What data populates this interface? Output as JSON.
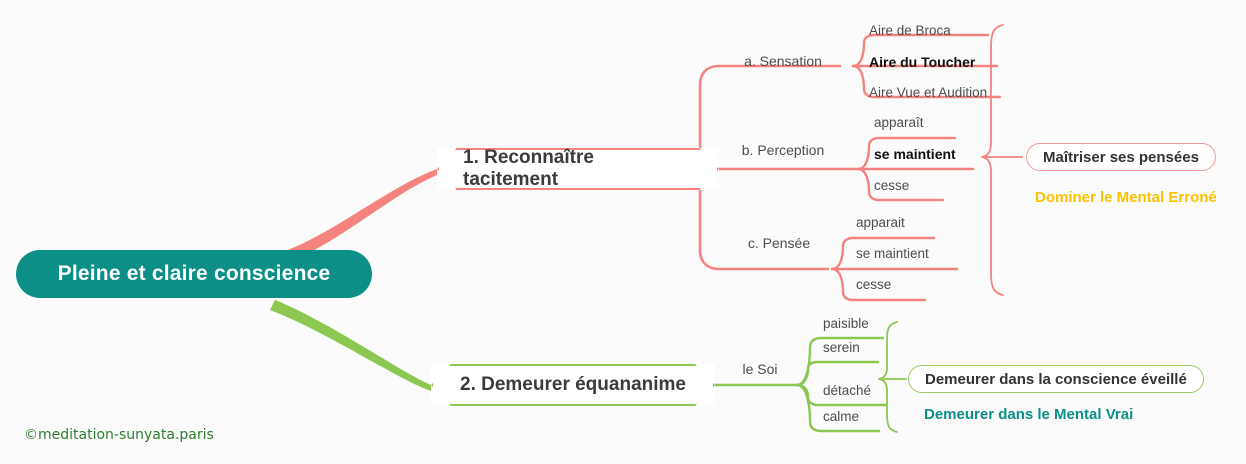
{
  "meta": {
    "background": "#fbfbfb",
    "accent_red": "#f4837f",
    "accent_green": "#8cc751",
    "accent_teal": "#0b8f87",
    "accent_gold": "#fcc200",
    "copyright": "©meditation-sunyata.paris"
  },
  "central": {
    "label": "Pleine et claire conscience"
  },
  "branches": [
    {
      "id": "branch-1",
      "label": "1. Reconnaître tacitement",
      "color": "#f4837f",
      "groups": [
        {
          "label": "a. Sensation",
          "leaves": [
            {
              "text": "Aire de Broca",
              "bold": false
            },
            {
              "text": "Aire du Toucher",
              "bold": true
            },
            {
              "text": "Aire Vue et Audition",
              "bold": false
            }
          ]
        },
        {
          "label": "b. Perception",
          "leaves": [
            {
              "text": "apparaît",
              "bold": false
            },
            {
              "text": "se maintient",
              "bold": true
            },
            {
              "text": "cesse",
              "bold": false
            }
          ]
        },
        {
          "label": "c. Pensée",
          "leaves": [
            {
              "text": "apparait",
              "bold": false
            },
            {
              "text": "se maintient",
              "bold": false
            },
            {
              "text": "cesse",
              "bold": false
            }
          ]
        }
      ],
      "summary_pill": "Maîtriser ses pensées",
      "summary_note": "Dominer le Mental Erroné"
    },
    {
      "id": "branch-2",
      "label": "2. Demeurer équananime",
      "color": "#8cc751",
      "groups": [
        {
          "label": "le Soi",
          "leaves": [
            {
              "text": "paisible",
              "bold": false
            },
            {
              "text": "serein",
              "bold": false
            },
            {
              "text": "détaché",
              "bold": false
            },
            {
              "text": "calme",
              "bold": false
            }
          ]
        }
      ],
      "summary_pill": "Demeurer dans la conscience éveillé",
      "summary_note": "Demeurer dans le Mental Vrai"
    }
  ]
}
